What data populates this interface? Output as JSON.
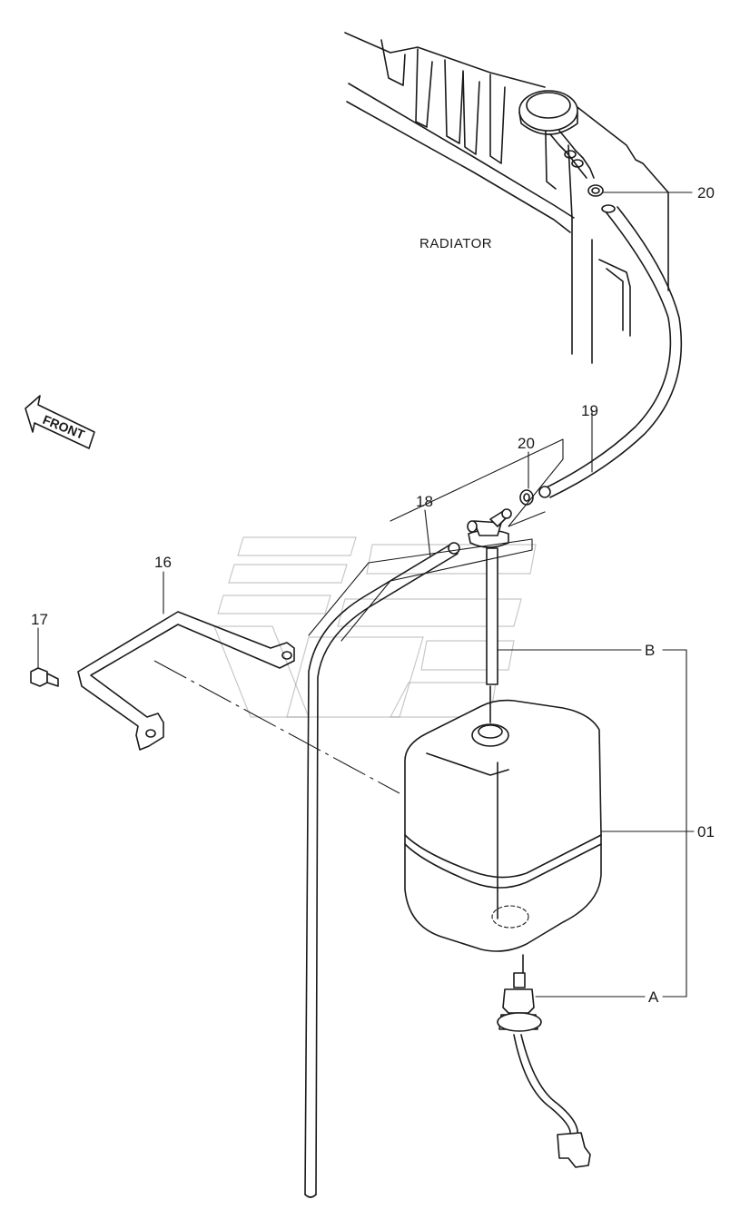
{
  "labels": {
    "radiator": "RADIATOR",
    "front": "FRONT",
    "part_20_top": "20",
    "part_20_mid": "20",
    "part_19": "19",
    "part_18": "18",
    "part_16": "16",
    "part_17": "17",
    "part_01": "01",
    "ref_B": "B",
    "ref_A": "A"
  }
}
